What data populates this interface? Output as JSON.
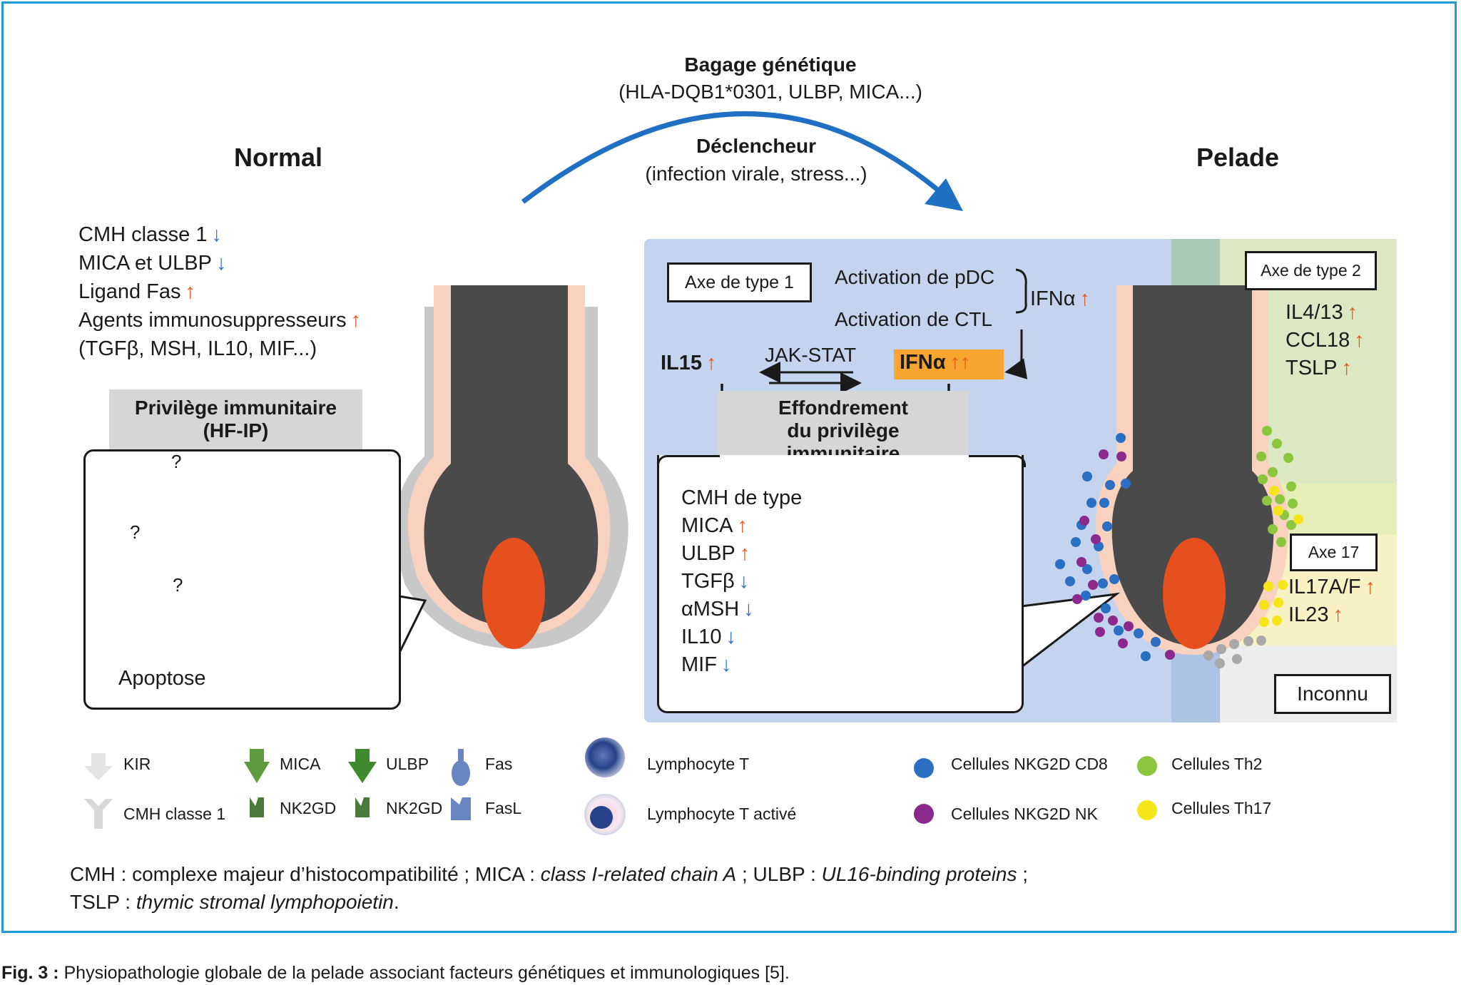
{
  "header": {
    "genetic_title": "Bagage génétique",
    "genetic_detail": "(HLA-DQB1*0301, ULBP, MICA...)",
    "trigger_title": "Déclencheur",
    "trigger_detail": "(infection virale, stress...)",
    "normal_title": "Normal",
    "pelade_title": "Pelade"
  },
  "normal": {
    "factors": [
      {
        "label": "CMH classe 1",
        "arrow": "↓",
        "dir": "down"
      },
      {
        "label": "MICA et ULBP",
        "arrow": "↓",
        "dir": "down"
      },
      {
        "label": "Ligand Fas",
        "arrow": "↑",
        "dir": "up"
      },
      {
        "label": "Agents immunosuppresseurs",
        "arrow": "↑",
        "dir": "up"
      }
    ],
    "factors_detail": "(TGFβ, MSH, IL10, MIF...)",
    "privilege_line1": "Privilège immunitaire",
    "privilege_line2": "(HF-IP)",
    "question": "?",
    "apoptose": "Apoptose"
  },
  "pelade": {
    "axe1": "Axe de type 1",
    "pdc": "Activation de pDC",
    "ctl": "Activation de CTL",
    "ifna_small": "IFNα",
    "il15": "IL15",
    "jakstat": "JAK-STAT",
    "ifna_big": "IFNα",
    "collapse_line1": "Effondrement",
    "collapse_line2": "du privilège",
    "collapse_line3": "immunitaire",
    "panel_items": [
      {
        "label": "CMH de type",
        "arrow": "",
        "dir": ""
      },
      {
        "label": "MICA",
        "arrow": "↑",
        "dir": "up"
      },
      {
        "label": "ULBP",
        "arrow": "↑",
        "dir": "up"
      },
      {
        "label": "TGFβ",
        "arrow": "↓",
        "dir": "down"
      },
      {
        "label": "αMSH",
        "arrow": "↓",
        "dir": "down"
      },
      {
        "label": "IL10",
        "arrow": "↓",
        "dir": "down"
      },
      {
        "label": "MIF",
        "arrow": "↓",
        "dir": "down"
      }
    ],
    "axe2": "Axe de type 2",
    "axe2_items": [
      {
        "label": "IL4/13",
        "arrow": "↑"
      },
      {
        "label": "CCL18",
        "arrow": "↑"
      },
      {
        "label": "TSLP",
        "arrow": "↑"
      }
    ],
    "axe17": "Axe 17",
    "axe17_items": [
      {
        "label": "IL17A/F",
        "arrow": "↑"
      },
      {
        "label": "IL23",
        "arrow": "↑"
      }
    ],
    "inconnu": "Inconnu"
  },
  "legend": {
    "kir": "KIR",
    "cmh1": "CMH classe 1",
    "mica": "MICA",
    "nk2gd_1": "NK2GD",
    "ulbp": "ULBP",
    "nk2gd_2": "NK2GD",
    "fas": "Fas",
    "fasl": "FasL",
    "lymphocyte_t": "Lymphocyte T",
    "lymphocyte_t_active": "Lymphocyte T activé",
    "cd8": "Cellules NKG2D CD8",
    "nk": "Cellules NKG2D NK",
    "th2": "Cellules Th2",
    "th17": "Cellules Th17"
  },
  "footnote": {
    "l1_a": "CMH : complexe majeur d’histocompatibilité ; MICA : ",
    "l1_b": "class I-related chain A",
    "l1_c": " ; ULBP : ",
    "l1_d": "UL16-binding proteins",
    "l1_e": " ;",
    "l2_a": "TSLP : ",
    "l2_b": "thymic stromal lymphopoietin",
    "l2_c": "."
  },
  "caption": {
    "label": "Fig. 3 :",
    "text": " Physiopathologie globale de la pelade associant facteurs génétiques et immunologiques [5]."
  },
  "colors": {
    "frame": "#1f9bd7",
    "arrow_blue": "#1f6fc2",
    "up": "#e8561e",
    "down": "#2a72c6",
    "pelade_bg": "#c4d3ee",
    "axe2_bg": "#dbe8c3",
    "axe17_bg": "#f7f1c4",
    "inconnu_bg": "#ececec",
    "ifna_highlight": "#f7a52e",
    "follicle_dark": "#4a4a4a",
    "follicle_skin": "#f8d2bf",
    "papilla": "#e6501e",
    "cd8": "#2b6fc2",
    "nk": "#8b2a8c",
    "th2": "#8cc63e",
    "th17": "#f5e51a",
    "grey_cell": "#a8a8a8"
  }
}
